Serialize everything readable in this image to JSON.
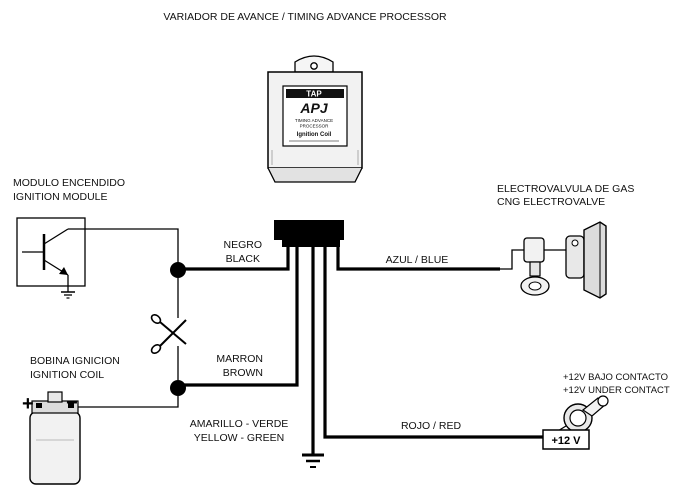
{
  "title": "VARIADOR DE AVANCE / TIMING ADVANCE PROCESSOR",
  "device": {
    "brand": "TAP",
    "model": "APJ",
    "subtitle_line1": "TIMING ADVANCE",
    "subtitle_line2": "PROCESSOR",
    "variant": "Ignition Coil"
  },
  "ignition_module": {
    "label_es": "MODULO ENCENDIDO",
    "label_en": "IGNITION MODULE"
  },
  "ignition_coil": {
    "label_es": "BOBINA IGNICION",
    "label_en": "IGNITION COIL",
    "plus": "+",
    "minus": "−"
  },
  "electrovalve": {
    "label_es": "ELECTROVALVULA DE GAS",
    "label_en": "CNG ELECTROVALVE"
  },
  "power": {
    "label_es": "+12V BAJO CONTACTO",
    "label_en": "+12V UNDER CONTACT",
    "badge": "+12 V"
  },
  "wires": {
    "black": {
      "es": "NEGRO",
      "en": "BLACK"
    },
    "brown": {
      "es": "MARRON",
      "en": "BROWN"
    },
    "blue": "AZUL / BLUE",
    "yellow_green": {
      "es": "AMARILLO - VERDE",
      "en": "YELLOW - GREEN"
    },
    "red": "ROJO / RED"
  },
  "colors": {
    "wire": "#000000",
    "background": "#ffffff",
    "device_body": "#f2f2f2"
  }
}
